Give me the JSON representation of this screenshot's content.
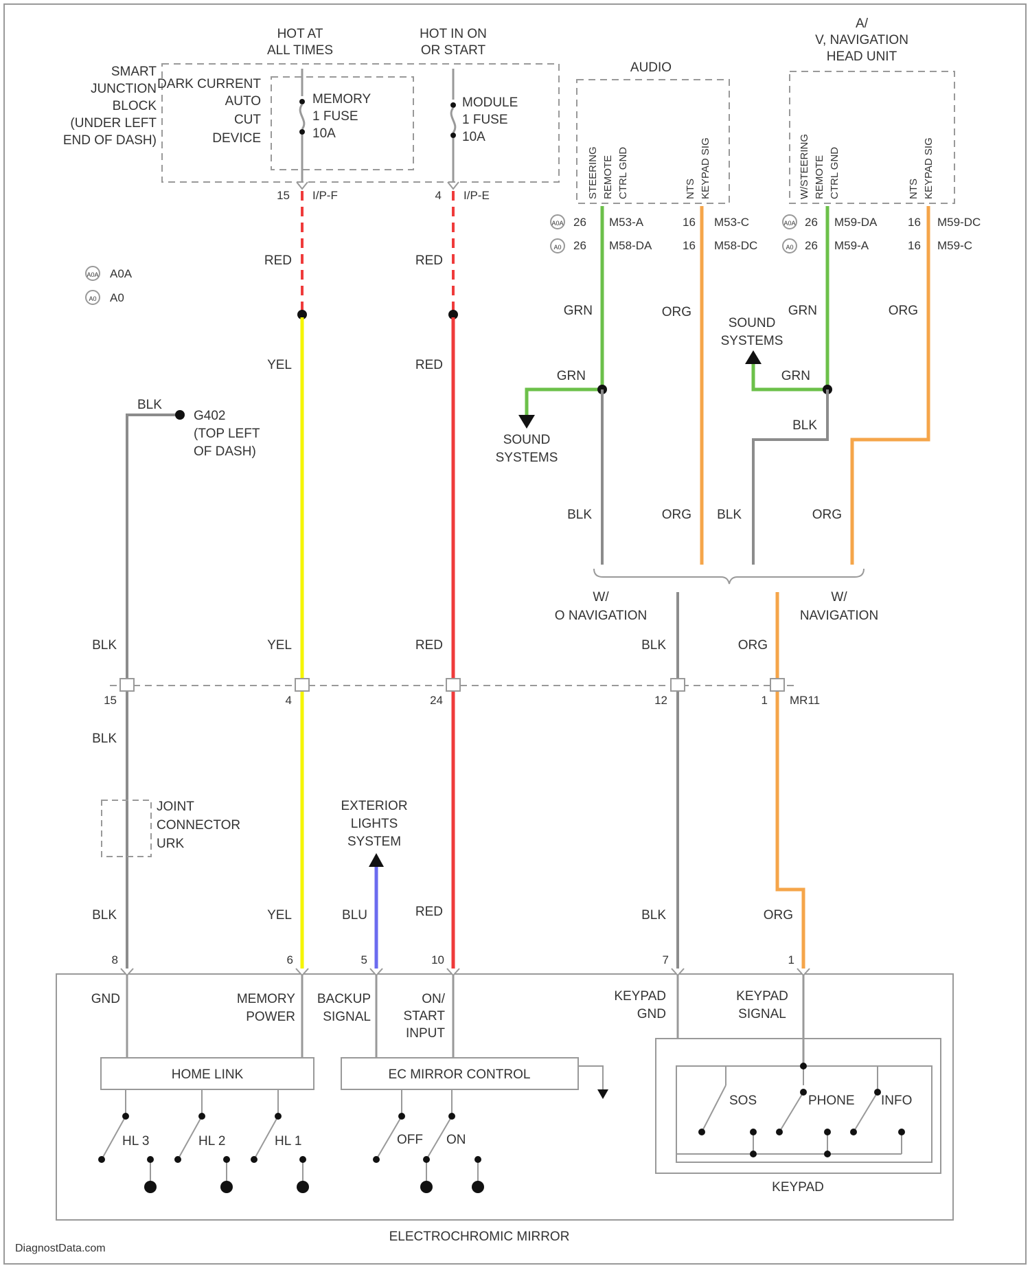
{
  "colors": {
    "outline": "#999999",
    "wire_red": "#ef3b3b",
    "wire_yellow": "#f5f500",
    "wire_green": "#6cc04a",
    "wire_orange": "#f5a54a",
    "wire_black": "#8c8c8c",
    "wire_blue": "#6b6bef",
    "text": "#333333",
    "node": "#111111"
  },
  "top": {
    "hot_at_all_times": [
      "HOT AT",
      "ALL TIMES"
    ],
    "hot_in_on": [
      "HOT IN ON",
      "OR START"
    ],
    "sjb_label": [
      "SMART",
      "JUNCTION",
      "BLOCK",
      "(UNDER LEFT",
      "END OF DASH)"
    ],
    "dark_current": [
      "DARK CURRENT",
      "AUTO",
      "CUT",
      "DEVICE"
    ],
    "memory_fuse": [
      "MEMORY",
      "1 FUSE",
      "10A"
    ],
    "module_fuse": [
      "MODULE",
      "1 FUSE",
      "10A"
    ],
    "pin_left_num": "15",
    "pin_left_conn": "I/P-F",
    "pin_mid_num": "4",
    "pin_mid_conn": "I/P-E",
    "audio_title": "AUDIO",
    "av_title": [
      "A/",
      "V, NAVIGATION",
      "HEAD UNIT"
    ],
    "audio_pins": [
      "STEERING",
      "REMOTE",
      "CTRL GND",
      "NTS",
      "KEYPAD SIG"
    ],
    "av_pins": [
      "W/STEERING",
      "REMOTE",
      "CTRL GND",
      "NTS",
      "KEYPAD SIG"
    ],
    "audio_conn_rows": [
      {
        "ref": "A0A",
        "pin_a": "26",
        "conn_a": "M53-A",
        "pin_b": "16",
        "conn_b": "M53-C"
      },
      {
        "ref": "A0",
        "pin_a": "26",
        "conn_a": "M58-DA",
        "pin_b": "16",
        "conn_b": "M58-DC"
      }
    ],
    "av_conn_rows": [
      {
        "ref": "A0A",
        "pin_a": "26",
        "conn_a": "M59-DA",
        "pin_b": "16",
        "conn_b": "M59-DC"
      },
      {
        "ref": "A0",
        "pin_a": "26",
        "conn_a": "M59-A",
        "pin_b": "16",
        "conn_b": "M59-C"
      }
    ],
    "legend": [
      {
        "ref": "A0A",
        "text": "A0A"
      },
      {
        "ref": "A0",
        "text": "A0"
      }
    ]
  },
  "wires": {
    "red": "RED",
    "yel": "YEL",
    "grn": "GRN",
    "org": "ORG",
    "blk": "BLK",
    "blu": "BLU"
  },
  "labels": {
    "g402": [
      "G402",
      "(TOP LEFT",
      "OF DASH)"
    ],
    "sound_systems": [
      "SOUND",
      "SYSTEMS"
    ],
    "wo_navigation": [
      "W/",
      "O NAVIGATION"
    ],
    "w_navigation": [
      "W/",
      "NAVIGATION"
    ],
    "joint_connector": [
      "JOINT",
      "CONNECTOR",
      "URK"
    ],
    "exterior_lights": [
      "EXTERIOR",
      "LIGHTS",
      "SYSTEM"
    ],
    "inline_pins": [
      "15",
      "4",
      "24",
      "12",
      "1"
    ],
    "inline_conn": "MR11"
  },
  "mirror": {
    "pins": [
      "8",
      "6",
      "5",
      "10",
      "7",
      "1"
    ],
    "gnd": "GND",
    "memory_power": [
      "MEMORY",
      "POWER"
    ],
    "backup_signal": [
      "BACKUP",
      "SIGNAL"
    ],
    "on_start_input": [
      "ON/",
      "START",
      "INPUT"
    ],
    "keypad_gnd": [
      "KEYPAD",
      "GND"
    ],
    "keypad_signal": [
      "KEYPAD",
      "SIGNAL"
    ],
    "home_link": "HOME LINK",
    "ec_mirror_control": "EC MIRROR CONTROL",
    "home_link_switches": [
      "HL 3",
      "HL 2",
      "HL 1"
    ],
    "ec_switches": [
      "OFF",
      "ON"
    ],
    "keypad_switches": [
      "SOS",
      "PHONE",
      "INFO"
    ],
    "keypad": "KEYPAD",
    "title": "ELECTROCHROMIC MIRROR"
  },
  "watermark": "DiagnostData.com"
}
